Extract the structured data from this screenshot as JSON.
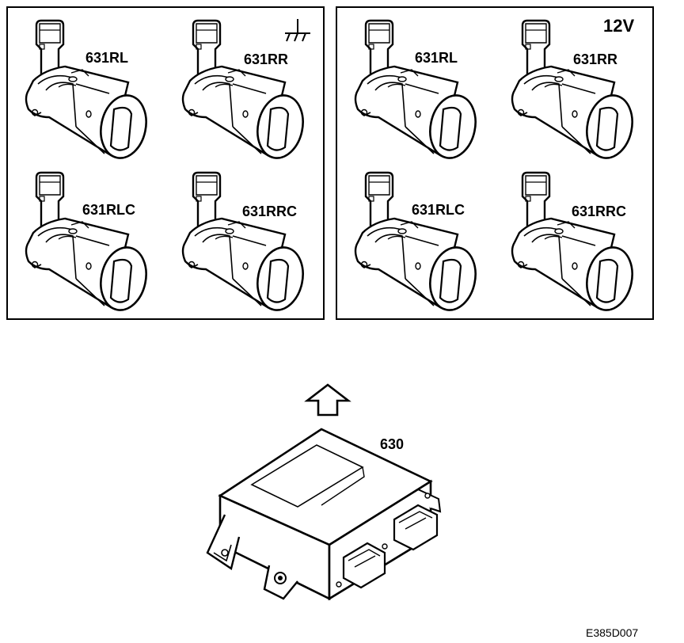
{
  "panels": [
    {
      "id": "ground",
      "marker": "ground-symbol-icon",
      "sensors": [
        {
          "label": "631RL"
        },
        {
          "label": "631RR"
        },
        {
          "label": "631RLC"
        },
        {
          "label": "631RRC"
        }
      ]
    },
    {
      "id": "12v",
      "marker_text": "12V",
      "sensors": [
        {
          "label": "631RL"
        },
        {
          "label": "631RR"
        },
        {
          "label": "631RLC"
        },
        {
          "label": "631RRC"
        }
      ]
    }
  ],
  "control_unit": {
    "label": "630",
    "icon": "control-module-icon"
  },
  "arrow_icon": "up-arrow-icon",
  "document_id": "E385D007"
}
